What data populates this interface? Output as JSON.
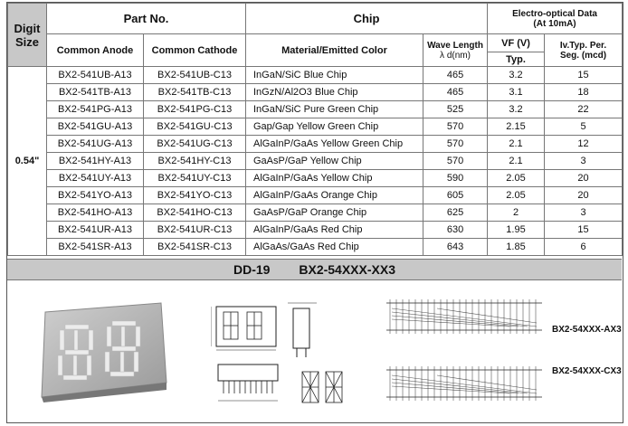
{
  "header": {
    "digit_size": "Digit Size",
    "part_no": "Part No.",
    "chip": "Chip",
    "eo_data_line1": "Electro-optical Data",
    "eo_data_line2": "(At 10mA)",
    "common_anode": "Common Anode",
    "common_cathode": "Common Cathode",
    "material": "Material/Emitted Color",
    "wave_line1": "Wave Length",
    "wave_line2": "λ d(nm)",
    "vf": "VF (V)",
    "vf_sub": "Typ.",
    "iv_line1": "Iv.Typ. Per.",
    "iv_line2": "Seg. (mcd)"
  },
  "size": "0.54\"",
  "rows": [
    {
      "anode": "BX2-541UB-A13",
      "cathode": "BX2-541UB-C13",
      "material": "InGaN/SiC  Blue Chip",
      "wave": "465",
      "vf": "3.2",
      "iv": "15"
    },
    {
      "anode": "BX2-541TB-A13",
      "cathode": "BX2-541TB-C13",
      "material": "InGzN/Al2O3 Blue Chip",
      "wave": "465",
      "vf": "3.1",
      "iv": "18"
    },
    {
      "anode": "BX2-541PG-A13",
      "cathode": "BX2-541PG-C13",
      "material": "InGaN/SiC Pure Green  Chip",
      "wave": "525",
      "vf": "3.2",
      "iv": "22"
    },
    {
      "anode": "BX2-541GU-A13",
      "cathode": "BX2-541GU-C13",
      "material": "Gap/Gap Yellow Green  Chip",
      "wave": "570",
      "vf": "2.15",
      "iv": "5"
    },
    {
      "anode": "BX2-541UG-A13",
      "cathode": "BX2-541UG-C13",
      "material": "AlGaInP/GaAs Yellow Green Chip",
      "wave": "570",
      "vf": "2.1",
      "iv": "12"
    },
    {
      "anode": "BX2-541HY-A13",
      "cathode": "BX2-541HY-C13",
      "material": "GaAsP/GaP Yellow  Chip",
      "wave": "570",
      "vf": "2.1",
      "iv": "3"
    },
    {
      "anode": "BX2-541UY-A13",
      "cathode": "BX2-541UY-C13",
      "material": "AlGaInP/GaAs Yellow  Chip",
      "wave": "590",
      "vf": "2.05",
      "iv": "20"
    },
    {
      "anode": "BX2-541YO-A13",
      "cathode": "BX2-541YO-C13",
      "material": "AlGaInP/GaAs Orange  Chip",
      "wave": "605",
      "vf": "2.05",
      "iv": "20"
    },
    {
      "anode": "BX2-541HO-A13",
      "cathode": "BX2-541HO-C13",
      "material": "GaAsP/GaP Orange  Chip",
      "wave": "625",
      "vf": "2",
      "iv": "3"
    },
    {
      "anode": "BX2-541UR-A13",
      "cathode": "BX2-541UR-C13",
      "material": "AlGaInP/GaAs Red  Chip",
      "wave": "630",
      "vf": "1.95",
      "iv": "15"
    },
    {
      "anode": "BX2-541SR-A13",
      "cathode": "BX2-541SR-C13",
      "material": "AlGaAs/GaAs Red Chip",
      "wave": "643",
      "vf": "1.85",
      "iv": "6"
    }
  ],
  "drawing": {
    "code": "DD-19",
    "series": "BX2-54XXX-XX3",
    "anode_label": "BX2-54XXX-AX3",
    "cathode_label": "BX2-54XXX-CX3"
  },
  "colors": {
    "header_gray": "#c8c8c8",
    "display_body": "#b4b4b4",
    "segment_fill": "#e6e6e6"
  }
}
